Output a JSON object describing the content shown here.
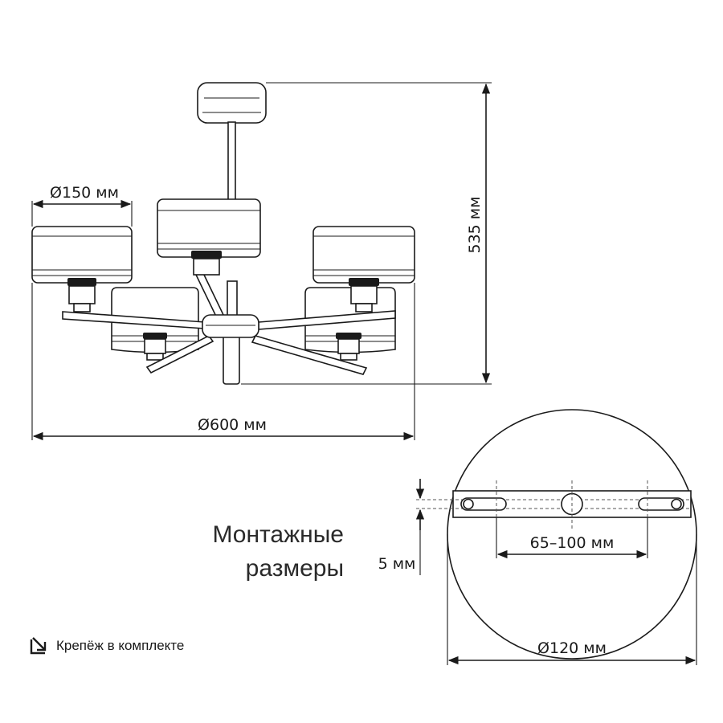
{
  "labels": {
    "shade_diameter": "Ø150 мм",
    "overall_diameter": "Ø600 мм",
    "height": "535 мм",
    "mounting_title_line1": "Монтажные",
    "mounting_title_line2": "размеры",
    "slot_spacing": "65–100 мм",
    "bar_thickness": "5 мм",
    "canopy_diameter": "Ø120 мм",
    "fasteners_note": "Крепёж в комплекте"
  },
  "icons": {
    "fasteners": "arrow-down-right-box-icon"
  },
  "colors": {
    "line": "#1a1a1a",
    "background": "#ffffff"
  }
}
